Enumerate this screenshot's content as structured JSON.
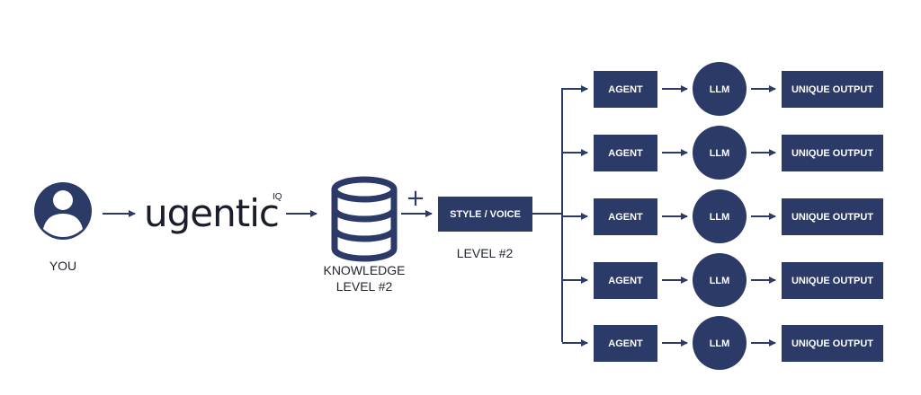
{
  "user": {
    "label": "YOU",
    "icon": "user-avatar-icon"
  },
  "logo": {
    "text": "ugentic",
    "superscript": "IQ"
  },
  "knowledge": {
    "line1": "KNOWLEDGE",
    "line2": "LEVEL #2",
    "icon": "database-icon"
  },
  "plus": "+",
  "style": {
    "label": "STYLE / VOICE",
    "caption": "LEVEL #2"
  },
  "branches": [
    {
      "agent": "AGENT",
      "llm": "LLM",
      "output": "UNIQUE OUTPUT"
    },
    {
      "agent": "AGENT",
      "llm": "LLM",
      "output": "UNIQUE OUTPUT"
    },
    {
      "agent": "AGENT",
      "llm": "LLM",
      "output": "UNIQUE OUTPUT"
    },
    {
      "agent": "AGENT",
      "llm": "LLM",
      "output": "UNIQUE OUTPUT"
    },
    {
      "agent": "AGENT",
      "llm": "LLM",
      "output": "UNIQUE OUTPUT"
    }
  ],
  "colors": {
    "accent": "#2b3a67",
    "text": "#1f2330"
  }
}
